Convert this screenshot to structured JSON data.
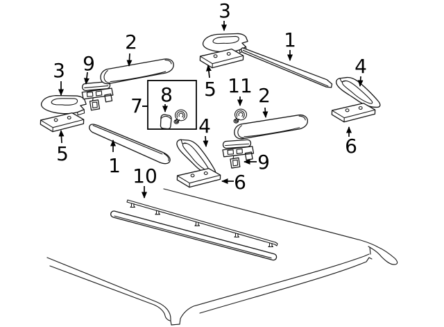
{
  "diagram": {
    "kind": "exploded-parts-diagram",
    "colors": {
      "background": "#ffffff",
      "line": "#141414",
      "label": "#000000"
    },
    "labels": {
      "l3_left": "3",
      "l9_left": "9",
      "l2_left": "2",
      "l5_left": "5",
      "l1_left": "1",
      "l7": "7",
      "l8": "8",
      "l10": "10",
      "l4_mid": "4",
      "l6_mid": "6",
      "l9_mid": "9",
      "l11": "11",
      "l2_mid": "2",
      "l3_top": "3",
      "l5_top": "5",
      "l1_top": "1",
      "l4_top": "4",
      "l6_top": "6"
    }
  }
}
